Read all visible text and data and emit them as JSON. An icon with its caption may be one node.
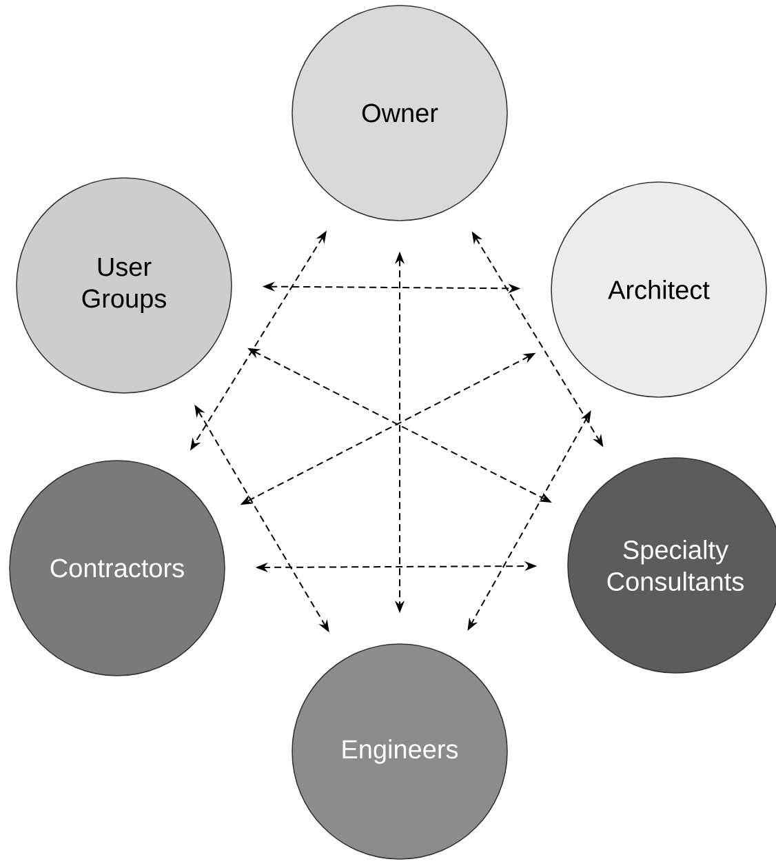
{
  "diagram": {
    "nodes": [
      {
        "text": [
          "Owner"
        ]
      },
      {
        "text": [
          "User Groups"
        ]
      },
      {
        "text": [
          "Architect"
        ]
      },
      {
        "text": [
          "Contractors"
        ]
      },
      {
        "text": [
          "Specialty Consultants"
        ]
      },
      {
        "text": [
          "Engineers"
        ]
      }
    ],
    "edges": [
      {
        "from": 1,
        "to": 2,
        "arrow": "both",
        "style": "dashed"
      },
      {
        "from": 0,
        "to": 5,
        "arrow": "both",
        "style": "dashed"
      },
      {
        "from": 0,
        "to": 3,
        "arrow": "both",
        "style": "dashed"
      },
      {
        "from": 0,
        "to": 4,
        "arrow": "both",
        "style": "dashed"
      },
      {
        "from": 1,
        "to": 4,
        "arrow": "both",
        "style": "dashed"
      },
      {
        "from": 2,
        "to": 3,
        "arrow": "both",
        "style": "dashed"
      },
      {
        "from": 1,
        "to": 5,
        "arrow": "both",
        "style": "dashed"
      },
      {
        "from": 2,
        "to": 5,
        "arrow": "both",
        "style": "dashed"
      },
      {
        "from": 3,
        "to": 4,
        "arrow": "both",
        "style": "dashed"
      }
    ]
  }
}
